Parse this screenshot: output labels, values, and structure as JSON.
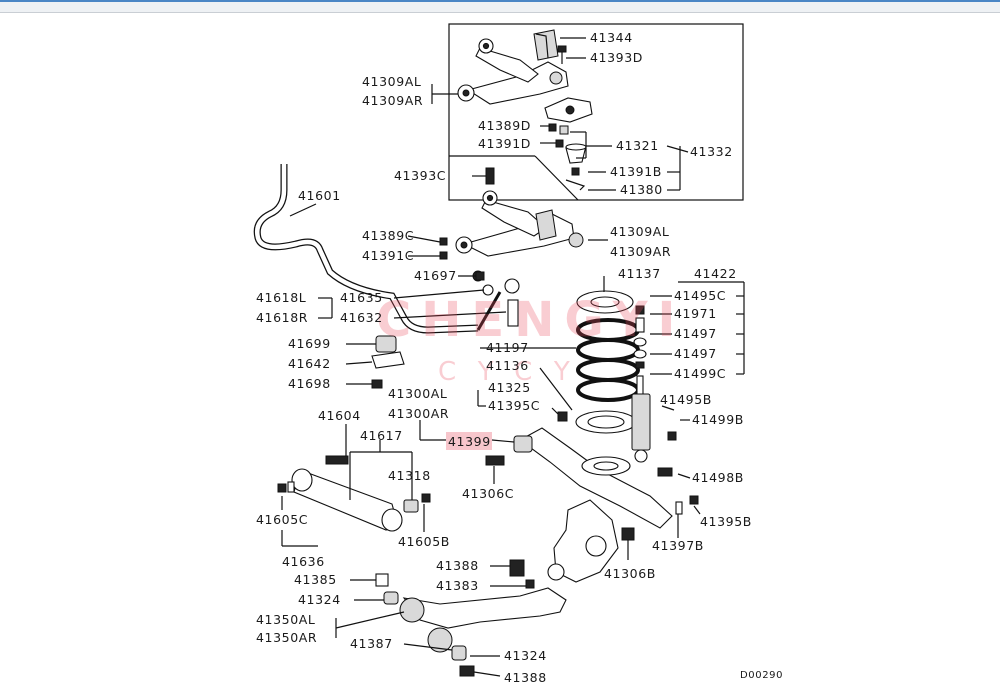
{
  "diagram_code": "D00290",
  "watermark": {
    "main": "CHENGYI",
    "sub": "CYCY"
  },
  "highlight_color": "#f7c6cc",
  "labels": {
    "l41344": "41344",
    "l41393D": "41393D",
    "l41309AL_top": "41309AL",
    "l41309AR_top": "41309AR",
    "l41389D": "41389D",
    "l41321": "41321",
    "l41332": "41332",
    "l41391D": "41391D",
    "l41391B": "41391B",
    "l41380": "41380",
    "l41393C": "41393C",
    "l41601": "41601",
    "l41389C": "41389C",
    "l41309AL_mid": "41309AL",
    "l41309AR_mid": "41309AR",
    "l41391C": "41391C",
    "l41697": "41697",
    "l41137": "41137",
    "l41422": "41422",
    "l41618L": "41618L",
    "l41635": "41635",
    "l41495C": "41495C",
    "l41618R": "41618R",
    "l41632": "41632",
    "l41971": "41971",
    "l41497a": "41497",
    "l41699": "41699",
    "l41197": "41197",
    "l41497b": "41497",
    "l41642": "41642",
    "l41136": "41136",
    "l41499C": "41499C",
    "l41698": "41698",
    "l41300AL": "41300AL",
    "l41325": "41325",
    "l41495B": "41495B",
    "l41300AR": "41300AR",
    "l41395C": "41395C",
    "l41499B": "41499B",
    "l41604": "41604",
    "l41617": "41617",
    "l41399": "41399",
    "l41318": "41318",
    "l41498B": "41498B",
    "l41306C": "41306C",
    "l41605C": "41605C",
    "l41605B": "41605B",
    "l41395B": "41395B",
    "l41397B": "41397B",
    "l41636": "41636",
    "l41388a": "41388",
    "l41306B": "41306B",
    "l41385": "41385",
    "l41383": "41383",
    "l41324a": "41324",
    "l41350AL": "41350AL",
    "l41350AR": "41350AR",
    "l41387": "41387",
    "l41324b": "41324",
    "l41388b": "41388"
  }
}
